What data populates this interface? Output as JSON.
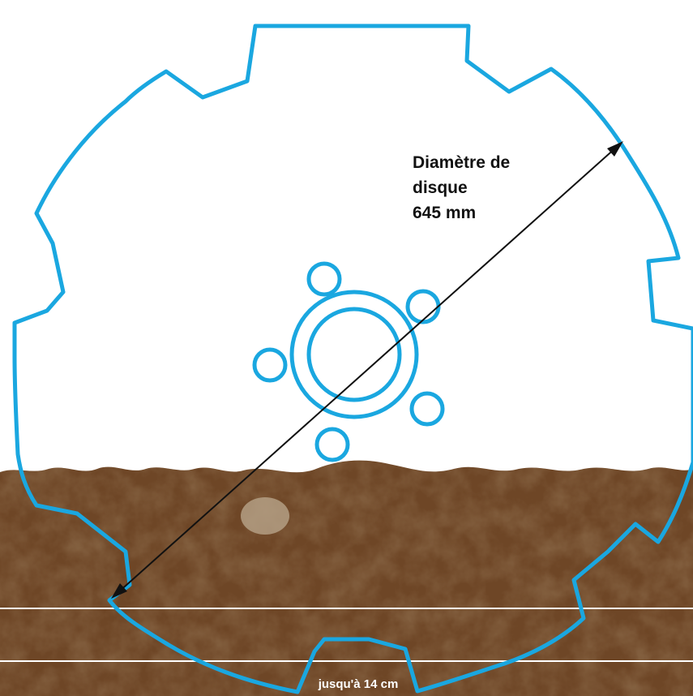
{
  "labels": {
    "diameter_line1": "Diamètre de",
    "diameter_line2": "disque",
    "diameter_value": "645 mm",
    "depth": "jusqu'à 14 cm"
  },
  "colors": {
    "disc_outline": "#1aa7e0",
    "soil_dark": "#4a2d16",
    "soil_mid": "#7a5230",
    "soil_light": "#9b6d43",
    "depth_lines": "#ffffff",
    "arrow": "#111111"
  }
}
